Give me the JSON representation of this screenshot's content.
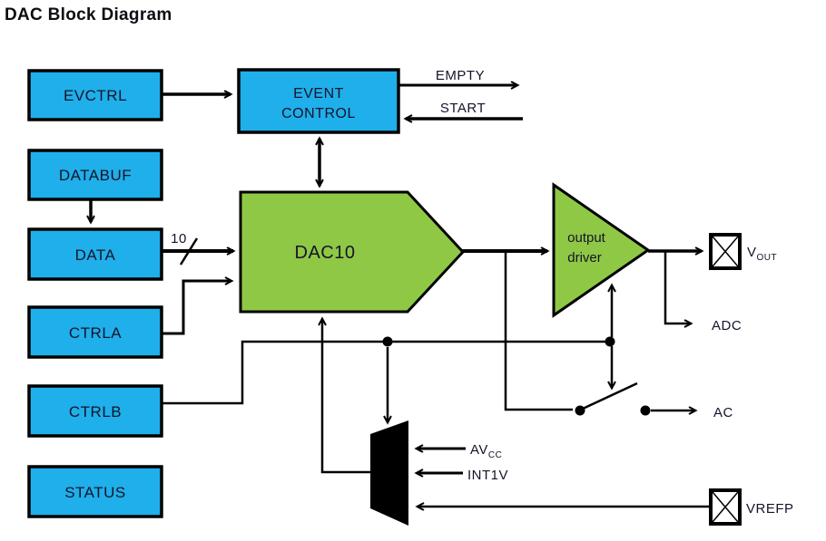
{
  "title": "DAC Block Diagram",
  "registers": [
    {
      "label": "EVCTRL"
    },
    {
      "label": "DATABUF"
    },
    {
      "label": "DATA"
    },
    {
      "label": "CTRLA"
    },
    {
      "label": "CTRLB"
    },
    {
      "label": "STATUS"
    }
  ],
  "blocks": {
    "event_control": {
      "line1": "EVENT",
      "line2": "CONTROL"
    },
    "dac": {
      "label": "DAC10"
    },
    "output_driver": {
      "line1": "output",
      "line2": "driver"
    }
  },
  "signals": {
    "empty": "EMPTY",
    "start": "START",
    "bus_width": "10",
    "adc": "ADC",
    "ac": "AC",
    "avcc_main": "AV",
    "avcc_sub": "CC",
    "int1v": "INT1V",
    "vrefp": "VREFP",
    "vout_main": "V",
    "vout_sub": "OUT"
  },
  "colors": {
    "register_fill": "#1FAFEA",
    "logic_fill": "#8FC845",
    "line": "#000000",
    "text": "#14142b"
  }
}
